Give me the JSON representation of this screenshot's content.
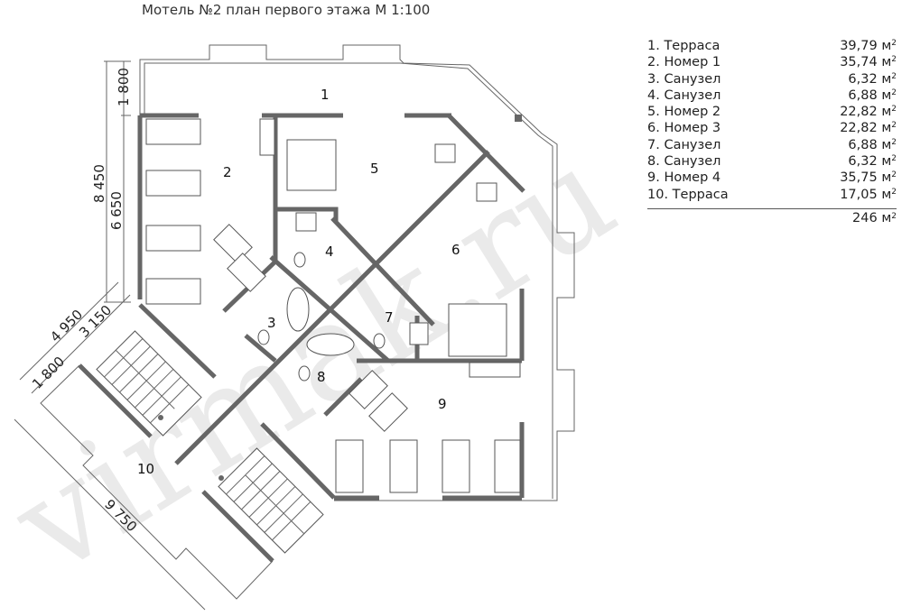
{
  "title": "Мотель №2 план первого этажа М 1:100",
  "watermark": "virmak.ru",
  "legend": {
    "items": [
      {
        "label": "1. Терраса",
        "area": "39,79 м",
        "unit_sup": "2"
      },
      {
        "label": "2. Номер 1",
        "area": "35,74 м",
        "unit_sup": "2"
      },
      {
        "label": "3. Санузел",
        "area": "6,32 м",
        "unit_sup": "2"
      },
      {
        "label": "4. Санузел",
        "area": "6,88 м",
        "unit_sup": "2"
      },
      {
        "label": "5. Номер 2",
        "area": "22,82 м",
        "unit_sup": "2"
      },
      {
        "label": "6. Номер 3",
        "area": "22,82 м",
        "unit_sup": "2"
      },
      {
        "label": "7. Санузел",
        "area": "6,88 м",
        "unit_sup": "2"
      },
      {
        "label": "8. Санузел",
        "area": "6,32 м",
        "unit_sup": "2"
      },
      {
        "label": "9. Номер 4",
        "area": "35,75 м",
        "unit_sup": "2"
      },
      {
        "label": "10. Терраса",
        "area": "17,05 м",
        "unit_sup": "2"
      }
    ],
    "total": "246 м",
    "total_sup": "2"
  },
  "rooms": [
    "1",
    "2",
    "3",
    "4",
    "5",
    "6",
    "7",
    "8",
    "9",
    "10"
  ],
  "dimensions": {
    "top_terrace": "1 800",
    "total_height": "8 450",
    "room_height": "6 650",
    "diag_total": "4 950",
    "diag_room": "3 150",
    "diag_terrace": "1 800",
    "bottom_length": "9 750"
  }
}
